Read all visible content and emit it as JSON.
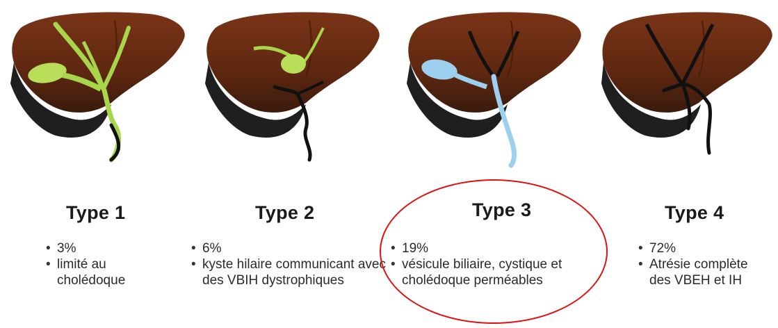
{
  "colors": {
    "liver": "#6b2d13",
    "liver_shadow": "#1e1e1e",
    "duct_green": "#a8d64a",
    "duct_blue": "#9cd0ee",
    "duct_black": "#111111",
    "highlight": "#e01010"
  },
  "types": [
    {
      "title": "Type 1",
      "bullets": [
        "3%",
        "limité au cholédoque"
      ],
      "duct_color": "green"
    },
    {
      "title": "Type 2",
      "bullets": [
        "6%",
        "kyste hilaire communicant avec des VBIH dystrophiques"
      ],
      "duct_color": "green-black"
    },
    {
      "title": "Type 3",
      "bullets": [
        "19%",
        "vésicule biliaire, cystique et cholédoque perméables"
      ],
      "duct_color": "blue-black",
      "highlighted": true
    },
    {
      "title": "Type 4",
      "bullets": [
        "72%",
        "Atrésie complète des VBEH et IH"
      ],
      "duct_color": "black"
    }
  ]
}
